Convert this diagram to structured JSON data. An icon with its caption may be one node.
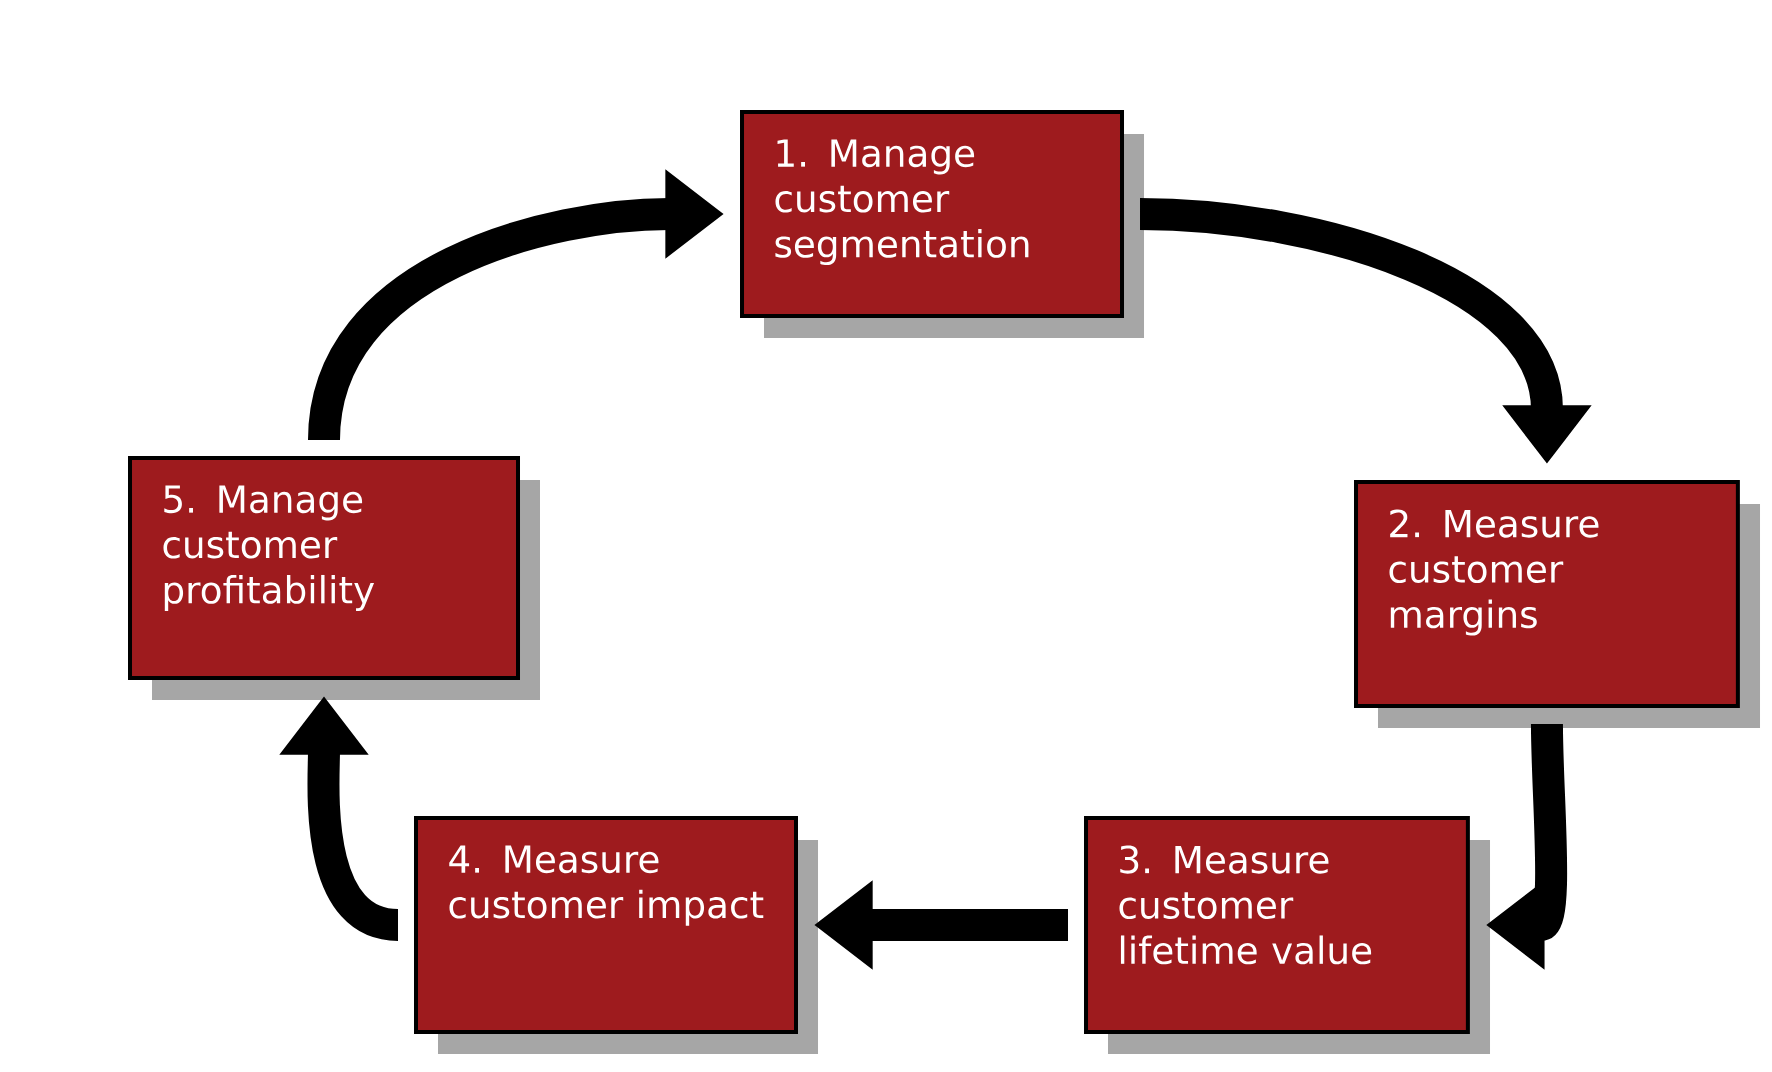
{
  "diagram": {
    "nodes": [
      {
        "text": [
          "1. Manage customer segmentation"
        ]
      },
      {
        "text": [
          "2. Measure customer margins"
        ]
      },
      {
        "text": [
          "3. Measure customer lifetime value"
        ]
      },
      {
        "text": [
          "4. Measure customer impact"
        ]
      },
      {
        "text": [
          "5. Manage customer profitability"
        ]
      }
    ],
    "edges": [
      {
        "from": 0,
        "to": 1,
        "arrow": "to"
      },
      {
        "from": 1,
        "to": 2,
        "arrow": "to"
      },
      {
        "from": 2,
        "to": 3,
        "arrow": "to"
      },
      {
        "from": 3,
        "to": 4,
        "arrow": "to"
      },
      {
        "from": 4,
        "to": 0,
        "arrow": "to"
      }
    ]
  }
}
